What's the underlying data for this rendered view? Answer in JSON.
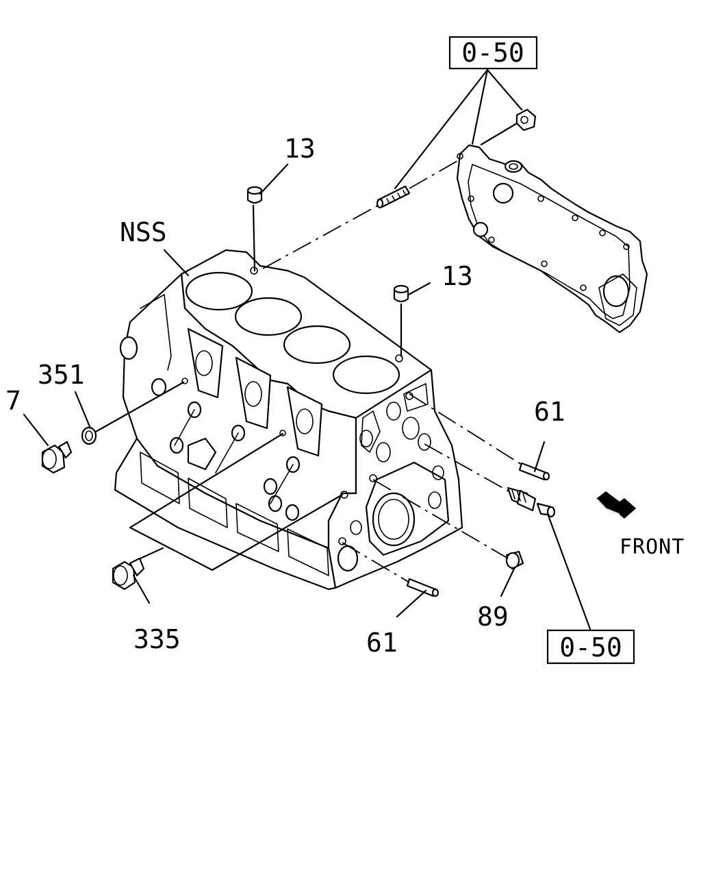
{
  "labels": {
    "ref_top": "0-50",
    "ref_bottom": "0-50",
    "nss": "NSS",
    "p13_top": "13",
    "p13_mid": "13",
    "p351": "351",
    "p7": "7",
    "p61_right": "61",
    "p61_bottom": "61",
    "p89": "89",
    "p335": "335",
    "front": "FRONT"
  }
}
